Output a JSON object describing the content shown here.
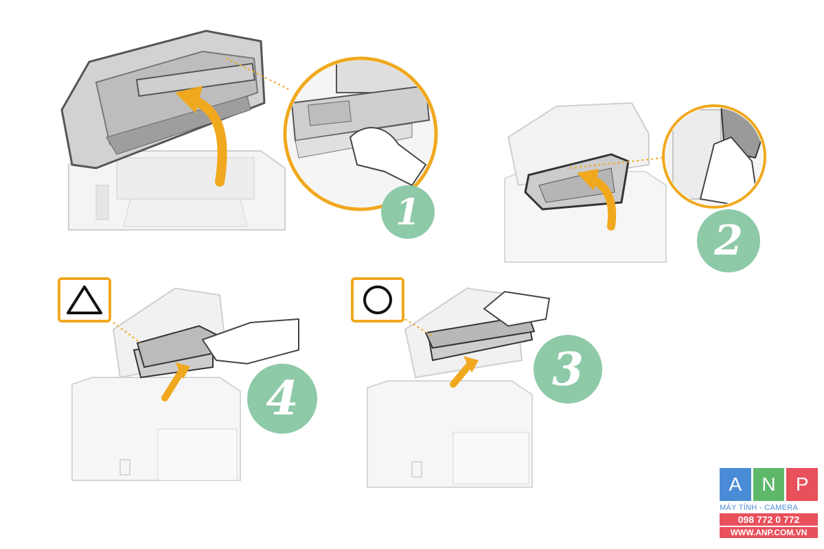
{
  "steps": [
    {
      "number": "1"
    },
    {
      "number": "2"
    },
    {
      "number": "3"
    },
    {
      "number": "4"
    }
  ],
  "marks": {
    "step4": "triangle",
    "step3": "circle"
  },
  "logo": {
    "letters": [
      "A",
      "N",
      "P"
    ],
    "tagline": "MÁY TÍNH - CAMERA",
    "phone": "098 772 0 772",
    "website": "WWW.ANP.COM.VN"
  },
  "colors": {
    "badge": "#8ec9a8",
    "callout": "#f0a81e",
    "arrow": "#f0a81e",
    "logo_a": "#4a8bd6",
    "logo_n": "#5eb86a",
    "logo_p": "#e8505b",
    "logo_text": "#4a8bd6",
    "logo_bar": "#e8505b"
  },
  "icons": [
    "triangle-icon",
    "circle-icon",
    "arrow-up-icon",
    "hand-icon",
    "printer-illustration"
  ]
}
